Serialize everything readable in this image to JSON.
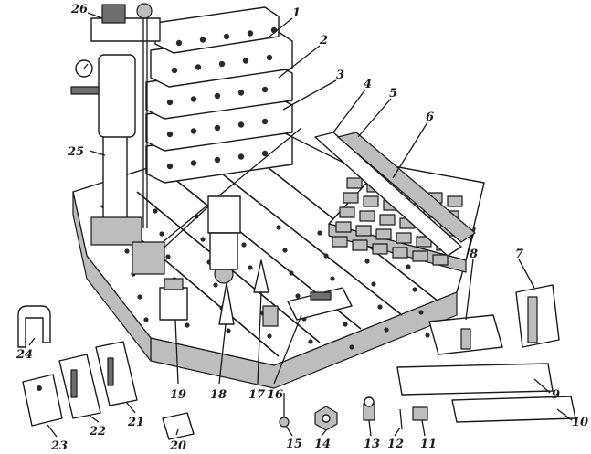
{
  "figure": {
    "callouts": [
      "1",
      "2",
      "3",
      "4",
      "5",
      "6",
      "7",
      "8",
      "9",
      "10",
      "11",
      "12",
      "13",
      "14",
      "15",
      "16",
      "17",
      "18",
      "19",
      "20",
      "21",
      "22",
      "23",
      "24",
      "25",
      "26"
    ]
  }
}
